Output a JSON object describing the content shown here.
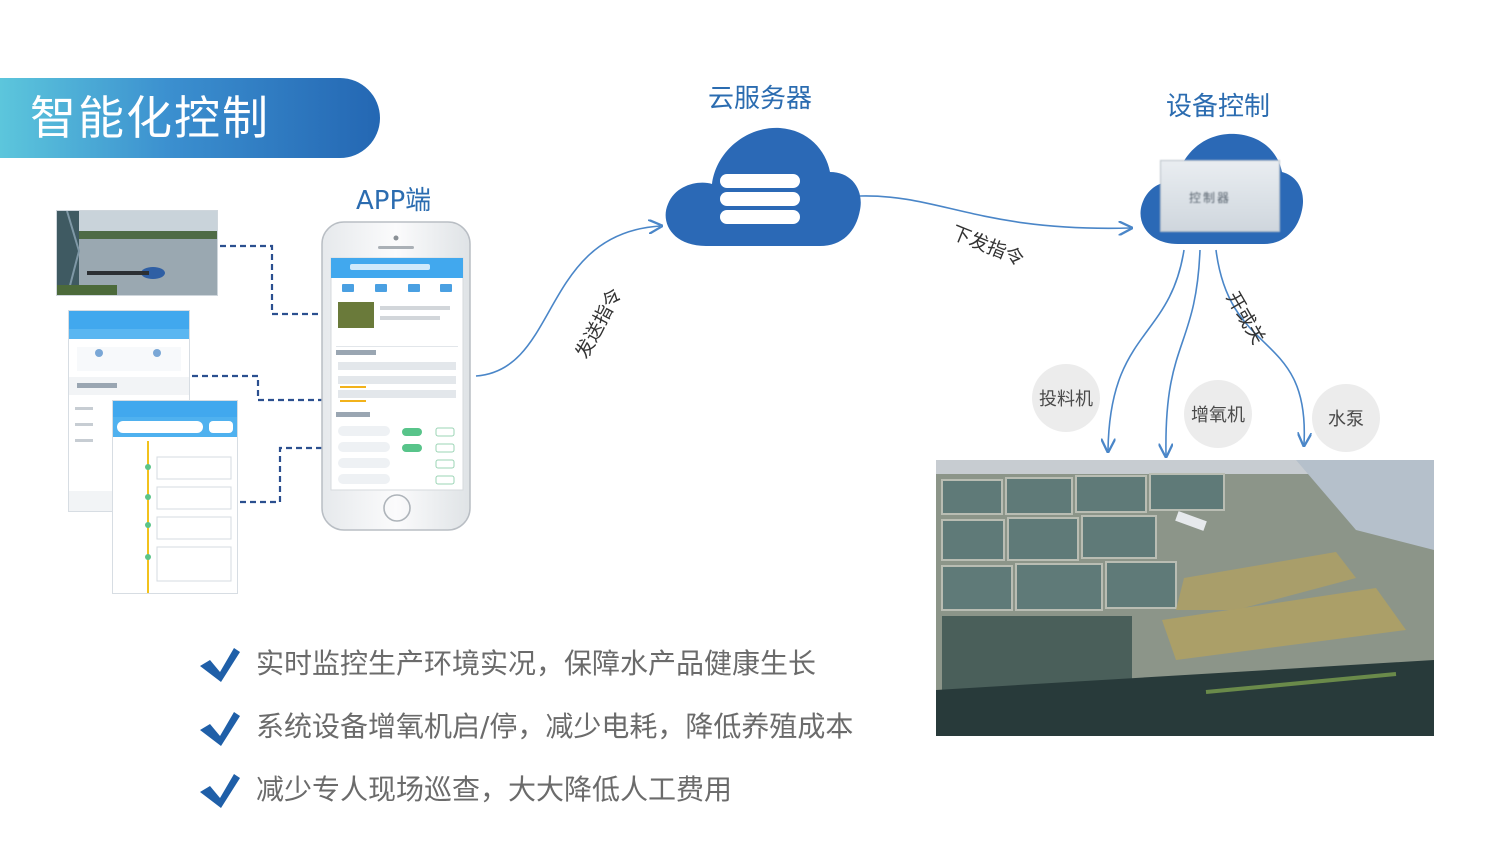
{
  "title": "智能化控制",
  "labels": {
    "app": "APP端",
    "cloud": "云服务器",
    "device": "设备控制"
  },
  "arrows": {
    "send_command": "发送指令",
    "issue_command": "下发指令",
    "on_off": "开或关"
  },
  "device_panel_text": "控制器",
  "machines": [
    {
      "label": "投料机"
    },
    {
      "label": "增氧机"
    },
    {
      "label": "水泵"
    }
  ],
  "bullets": [
    {
      "text": "实时监控生产环境实况，保障水产品健康生长"
    },
    {
      "text": "系统设备增氧机启/停，减少电耗，降低养殖成本"
    },
    {
      "text": "减少专人现场巡查，大大降低人工费用"
    }
  ],
  "colors": {
    "accent": "#2f72be",
    "banner_start": "#5cc6dc",
    "banner_end": "#2467b3",
    "check": "#1f5fa8"
  },
  "icons": {
    "cloud": "server-stack-icon",
    "check": "check-icon"
  }
}
